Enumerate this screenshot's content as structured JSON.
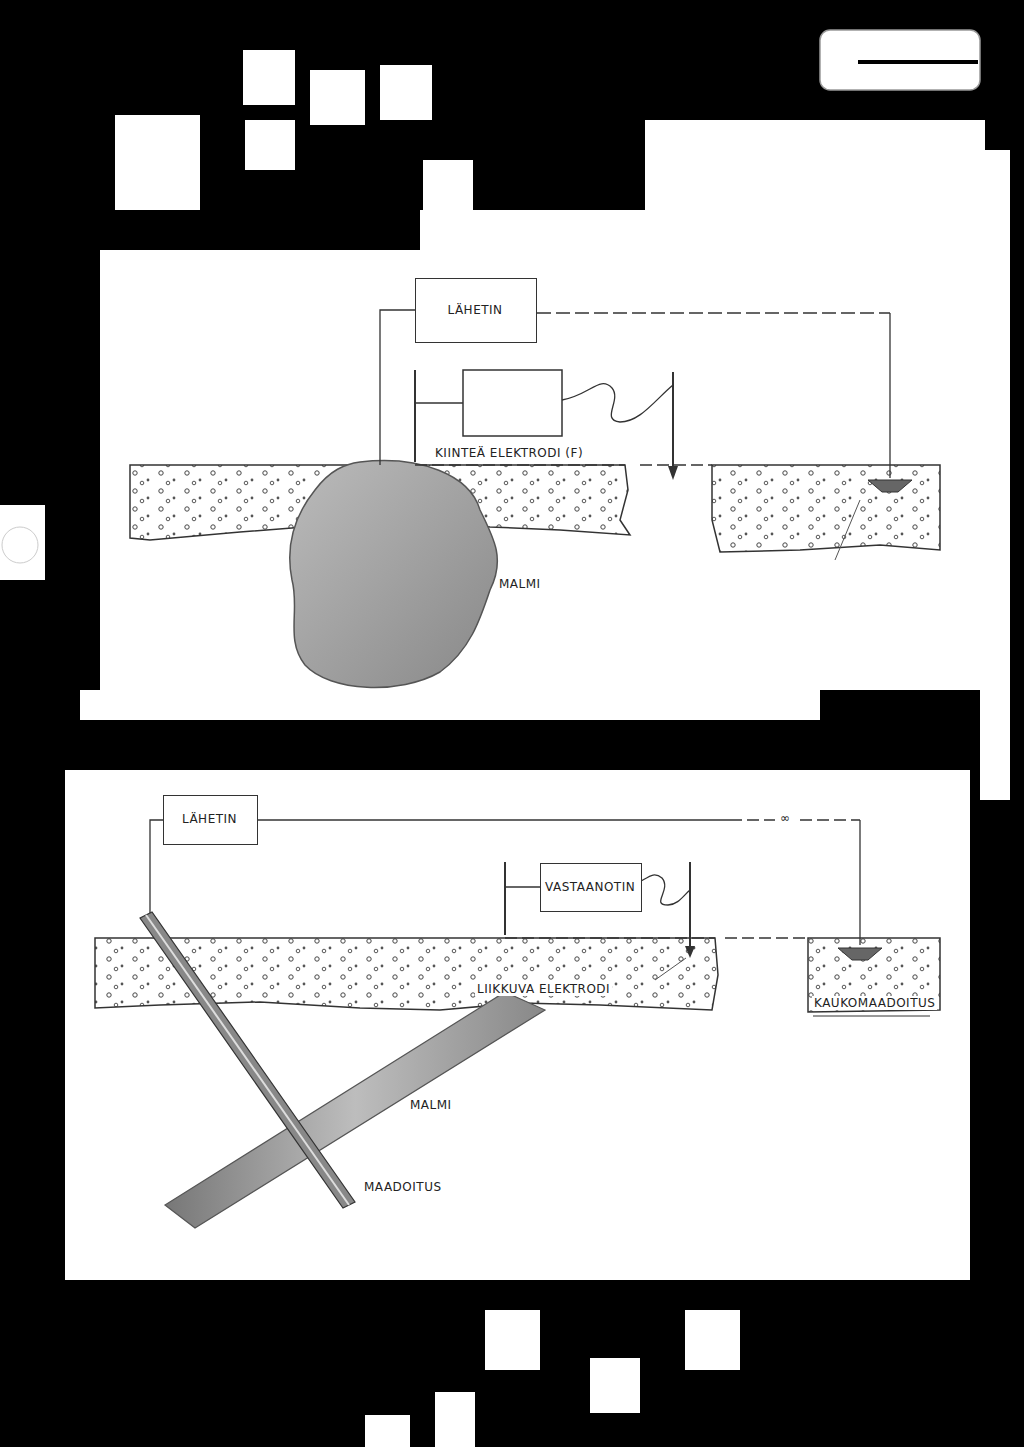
{
  "diagram": {
    "nodes": [
      {
        "text": [
          "LÄHETIN"
        ]
      },
      {
        "text": [
          "LÄHETIN"
        ]
      },
      {
        "text": [
          "VASTAANOTIN"
        ]
      }
    ],
    "labels": [
      "KIINTEÄ ELEKTRODI (F)",
      "MALMI",
      "∞",
      "LIIKKUVA ELEKTRODI",
      "KAUKOMAADOITUS",
      "MALMI",
      "MAADOITUS"
    ]
  }
}
